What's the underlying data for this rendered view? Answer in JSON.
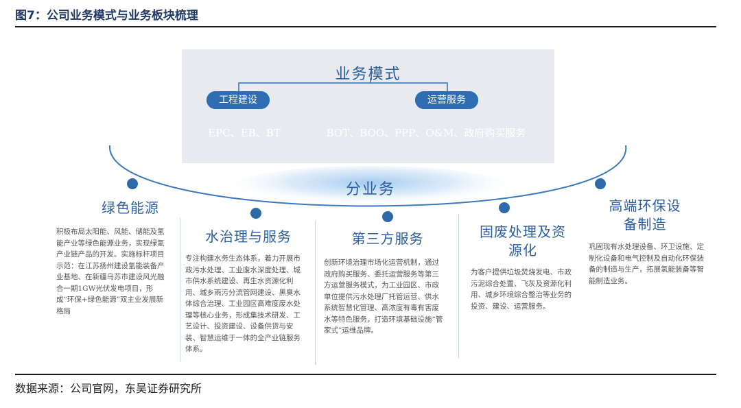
{
  "figure": {
    "title": "图7：公司业务模式与业务板块梳理",
    "source": "数据来源：公司官网，东吴证券研究所"
  },
  "business_model": {
    "heading": "业务模式",
    "engineering": {
      "label": "工程建设",
      "modes": "EPC、EB、BT"
    },
    "operation": {
      "label": "运营服务",
      "modes": "BOT、BOO、PPP、O&M、政府购买服务"
    }
  },
  "segments": {
    "heading": "分业务",
    "items": [
      {
        "title_lines": [
          "绿色能源"
        ],
        "desc": "积极布局太阳能、风能、储能及氢能产业等绿色能源业务，实现绿氢产业链产品的开发。实施标杆项目示范：在江苏扬州建设氢能装备产业基地、在新疆乌苏市建设风光融合一期1GW光伏发电项目，形成“环保+绿色能源”双主业发展新格局"
      },
      {
        "title_lines": [
          "水治理与服务"
        ],
        "desc": "专注构建水务生态体系，着力开展市政污水处理、工业废水深度处理、城市供水系统建设、再生水资源化利用、城乡雨污分流管网建设、黑臭水体综合治理、工业园区高难度废水处理等核心业务，形成集技术研发、工艺设计、投资建设、设备供货与安装、智慧运维于一体的全产业链服务体系。"
      },
      {
        "title_lines": [
          "第三方服务"
        ],
        "desc": "创新环境治理市场化运营机制，通过政府购买服务、委托运营服务等第三方运营服务模式，为工业园区、市政单位提供污水处理厂托管运营、供水系统智慧化管理、高浓度有毒有害废水等特色服务，打造环境基础设施“管家式”运维品牌。"
      },
      {
        "title_lines": [
          "固废处理及资",
          "源化"
        ],
        "desc": "为客户提供垃圾焚烧发电、市政污泥综合处置、飞灰及资源化利用、城乡环境综合整治等业务的投资、建设、运营服务。"
      },
      {
        "title_lines": [
          "高端环保设",
          "备制造"
        ],
        "desc": "巩固现有水处理设备、环卫设施、定制化设备和电气控制及自动化环保装备的制造与生产，拓展氢能装备等智能制造业务。"
      }
    ]
  },
  "colors": {
    "accent_blue": "#2f6db2",
    "title_blue": "#2c5f9e",
    "panel_gray": "#e8eaef",
    "dot_blue": "#2e6aa8"
  }
}
